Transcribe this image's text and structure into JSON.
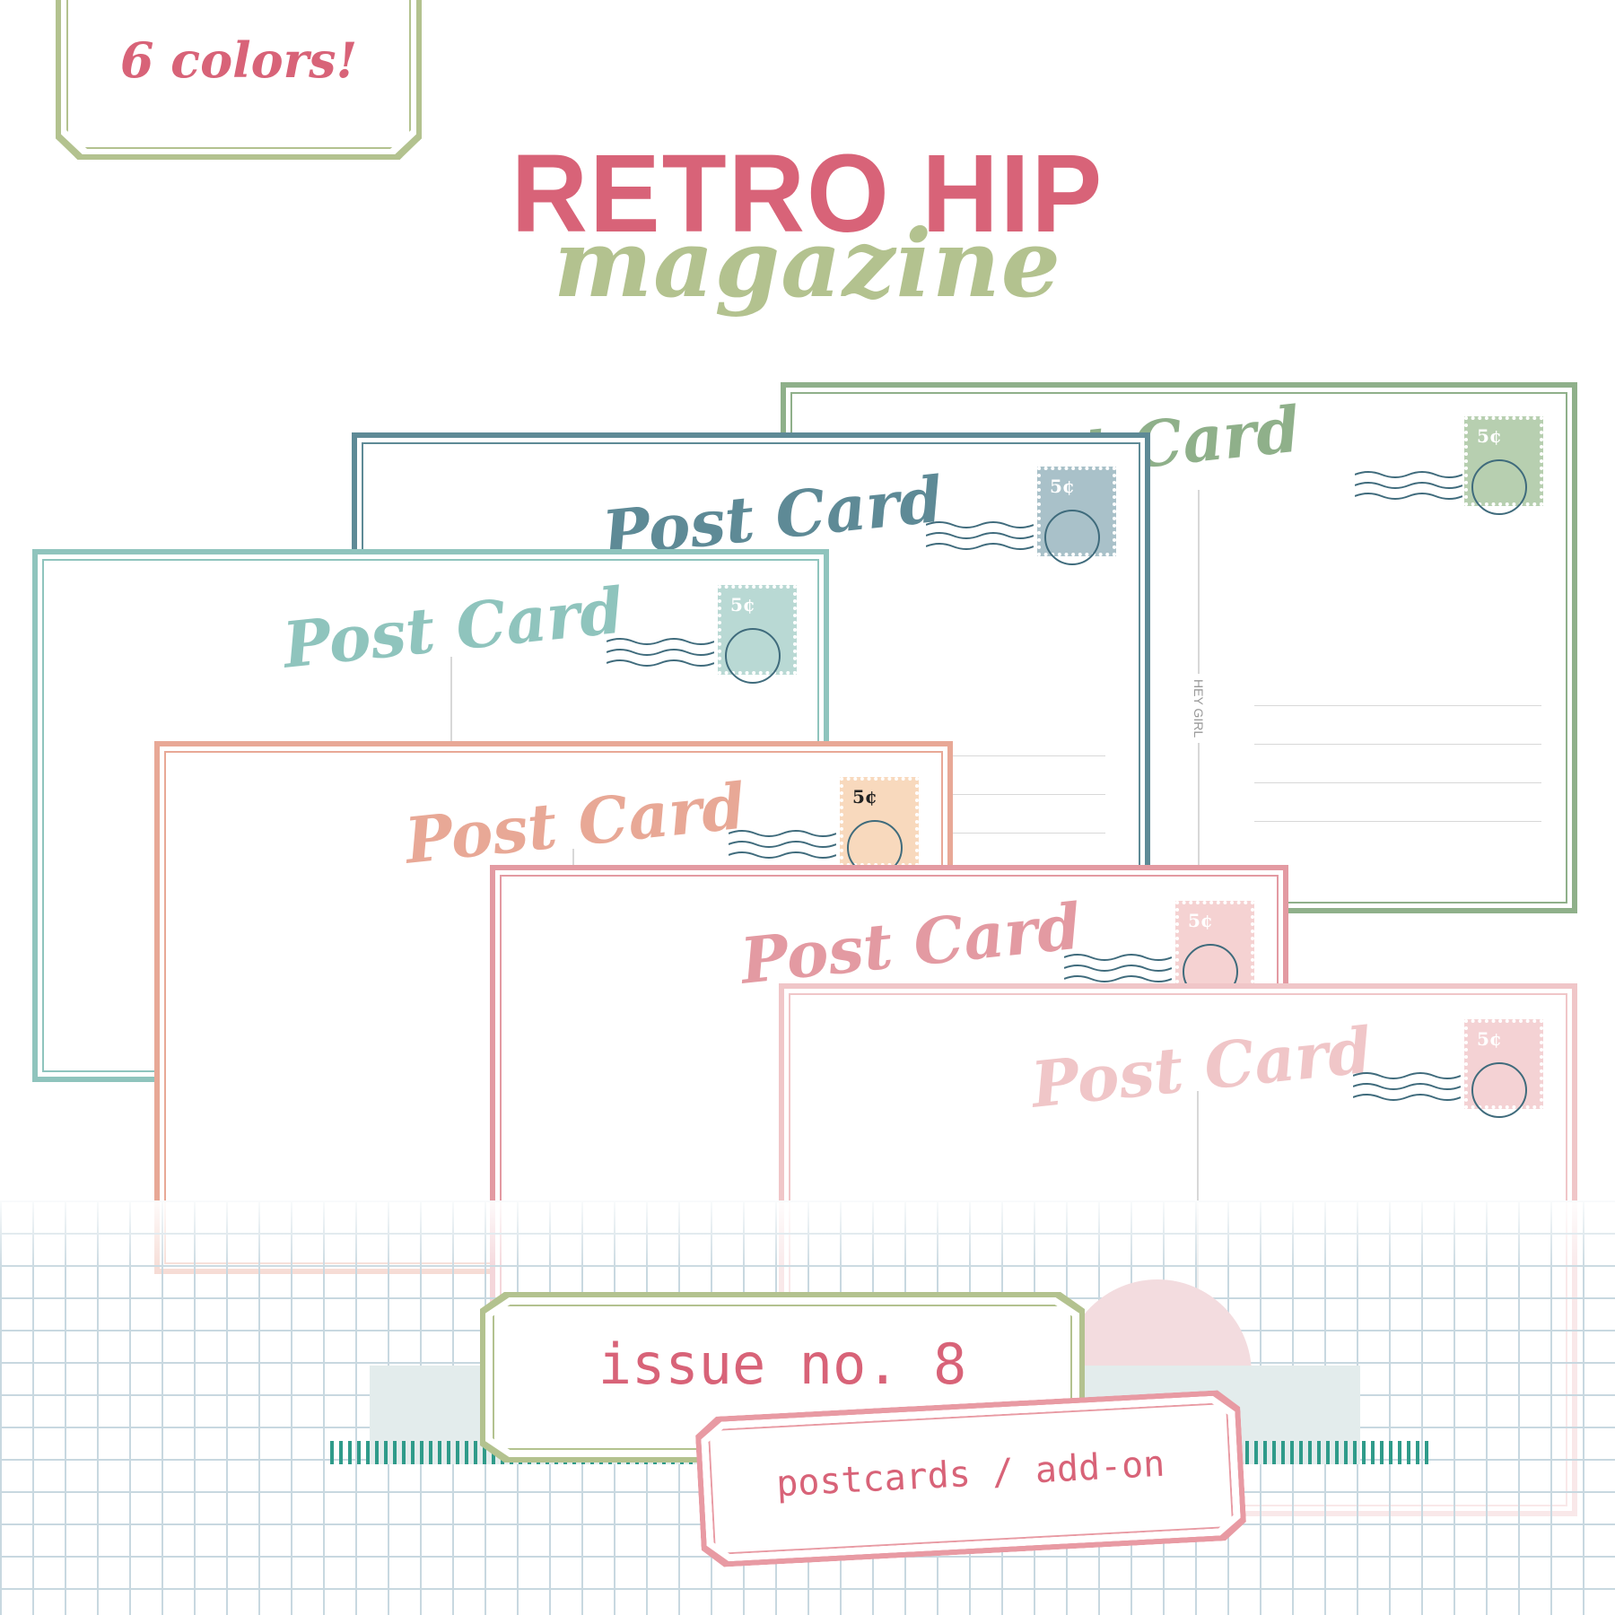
{
  "badge": {
    "text": "6 colors!"
  },
  "header": {
    "title": "RETRO HIP",
    "subtitle": "magazine"
  },
  "postcards": [
    {
      "title": "Post Card",
      "stamp_value": "5¢",
      "color": "#8fb08a",
      "stamp_color": "#b7cfb0",
      "side_label": "HEY GIRL"
    },
    {
      "title": "Post Card",
      "stamp_value": "5¢",
      "color": "#5e8a96",
      "stamp_color": "#a9c1c9"
    },
    {
      "title": "Post Card",
      "stamp_value": "5¢",
      "color": "#8fc4bd",
      "stamp_color": "#b9d9d4"
    },
    {
      "title": "Post Card",
      "stamp_value": "5¢",
      "color": "#e8a896",
      "stamp_color": "#f8d9bd"
    },
    {
      "title": "Post Card",
      "stamp_value": "5¢",
      "color": "#e39aa2",
      "stamp_color": "#f5d2d2"
    },
    {
      "title": "Post Card",
      "stamp_value": "5¢",
      "color": "#f0c6c8",
      "stamp_color": "#f4d2d4"
    }
  ],
  "issue_label": {
    "text": "issue no. 8"
  },
  "sub_label": {
    "text": "postcards / add-on"
  }
}
